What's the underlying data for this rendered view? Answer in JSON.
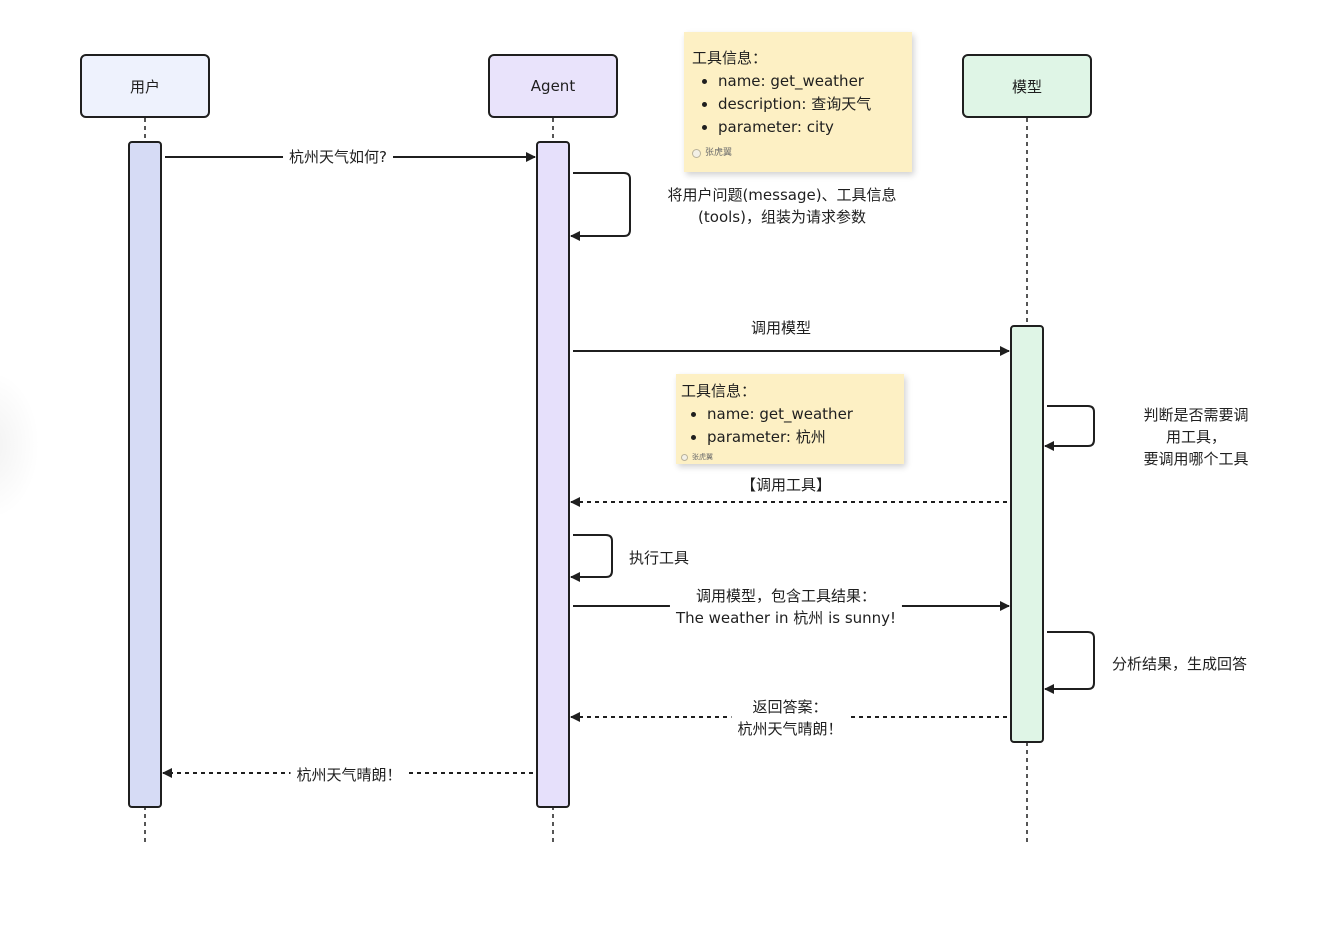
{
  "actors": {
    "user": "用户",
    "agent": "Agent",
    "model": "模型"
  },
  "colors": {
    "user_fill": "#eef2fd",
    "user_bar": "#d6dbf5",
    "agent_fill": "#e9e3fb",
    "agent_bar": "#e6e0fb",
    "model_fill": "#dff5e6",
    "model_bar": "#dff5e6",
    "note_fill": "#fdf0c4",
    "line": "#1f1f1f"
  },
  "messages": {
    "user_question": "杭州天气如何?",
    "agent_assemble": "将用户问题(message)、工具信息\n(tools)，组装为请求参数",
    "call_model": "调用模型",
    "model_judge": "判断是否需要调用工具，\n要调用哪个工具",
    "call_tool_return": "【调用工具】",
    "execute_tool": "执行工具",
    "call_model_with_result": "调用模型，包含工具结果：\nThe weather in 杭州 is sunny!",
    "analyze": "分析结果，生成回答",
    "return_answer": "返回答案：\n杭州天气晴朗！",
    "final_answer": "杭州天气晴朗！"
  },
  "notes": {
    "tool_info_1": {
      "title": "工具信息：",
      "items": [
        "name: get_weather",
        "description: 查询天气",
        "parameter: city"
      ],
      "author": "张虎翼"
    },
    "tool_info_2": {
      "title": "工具信息：",
      "items": [
        "name: get_weather",
        "parameter: 杭州"
      ],
      "author": "张虎翼"
    }
  }
}
